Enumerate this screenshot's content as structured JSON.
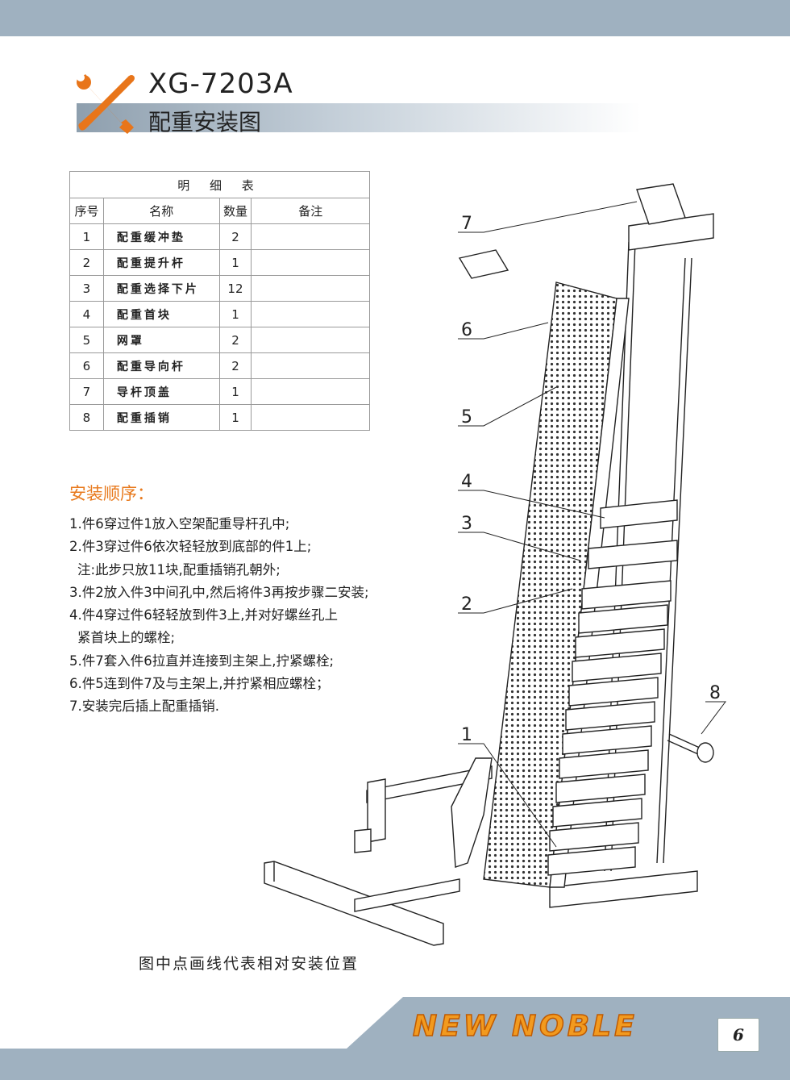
{
  "header": {
    "model": "XG-7203A",
    "title": "配重安装图"
  },
  "parts_table": {
    "caption": "明 细 表",
    "headers": [
      "序号",
      "名称",
      "数量",
      "备注"
    ],
    "rows": [
      {
        "no": "1",
        "name": "配重缓冲垫",
        "qty": "2",
        "note": ""
      },
      {
        "no": "2",
        "name": "配重提升杆",
        "qty": "1",
        "note": ""
      },
      {
        "no": "3",
        "name": "配重选择下片",
        "qty": "12",
        "note": ""
      },
      {
        "no": "4",
        "name": "配重首块",
        "qty": "1",
        "note": ""
      },
      {
        "no": "5",
        "name": "网罩",
        "qty": "2",
        "note": ""
      },
      {
        "no": "6",
        "name": "配重导向杆",
        "qty": "2",
        "note": ""
      },
      {
        "no": "7",
        "name": "导杆顶盖",
        "qty": "1",
        "note": ""
      },
      {
        "no": "8",
        "name": "配重插销",
        "qty": "1",
        "note": ""
      }
    ]
  },
  "install": {
    "title": "安装顺序：",
    "steps": [
      "1.件6穿过件1放入空架配重导杆孔中;",
      "2.件3穿过件6依次轻轻放到底部的件1上;",
      "注:此步只放11块,配重插销孔朝外;",
      "3.件2放入件3中间孔中,然后将件3再按步骤二安装;",
      "4.件4穿过件6轻轻放到件3上,并对好螺丝孔上",
      "紧首块上的螺栓;",
      "5.件7套入件6拉直并连接到主架上,拧紧螺栓;",
      "6.件5连到件7及与主架上,并拧紧相应螺栓；",
      "7.安装完后插上配重插销."
    ]
  },
  "diagram": {
    "callouts": [
      "7",
      "6",
      "5",
      "4",
      "3",
      "2",
      "1",
      "8"
    ],
    "caption": "图中点画线代表相对安装位置"
  },
  "footer": {
    "brand": "NEW NOBLE",
    "page": "6"
  },
  "colors": {
    "band": "#9fb1c0",
    "accent_orange": "#e87a1e",
    "brand_orange": "#f29a1f"
  }
}
